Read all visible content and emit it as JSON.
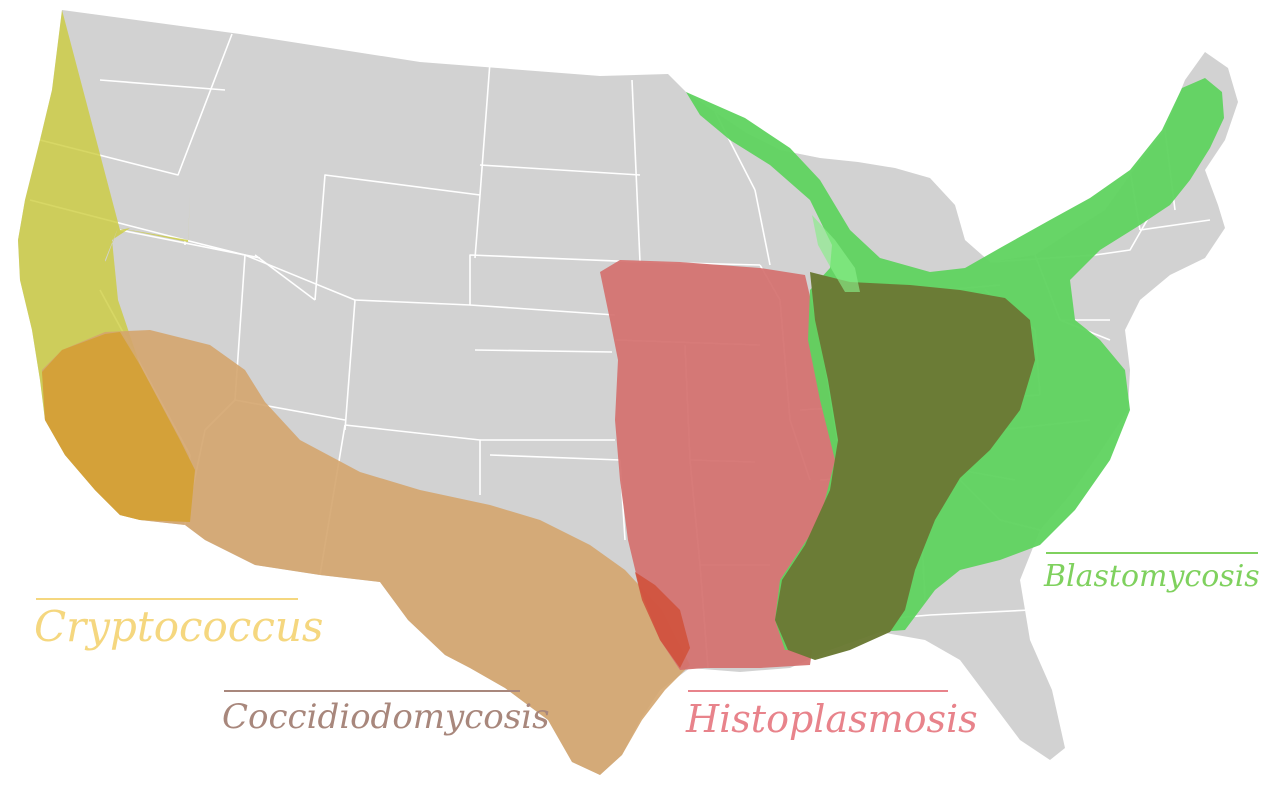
{
  "regions": [
    {
      "name": "Cryptococcus",
      "color": "#f5d77f"
    },
    {
      "name": "Coccidiodomycosis",
      "color": "#a8877c"
    },
    {
      "name": "Histoplasmosis",
      "color": "#e8838b"
    },
    {
      "name": "Blastomycosis",
      "color": "#7fd15e"
    }
  ],
  "colors": {
    "land": "#d2d2d2",
    "borders": "#ffffff",
    "cryptococcus_fill": "#cccc3a",
    "coccidiodomycosis_fill": "#d4a56e",
    "histoplasmosis_fill": "#d4706e",
    "blastomycosis_fill": "#5fd35f",
    "overlap_fill": "#6b7a35"
  }
}
